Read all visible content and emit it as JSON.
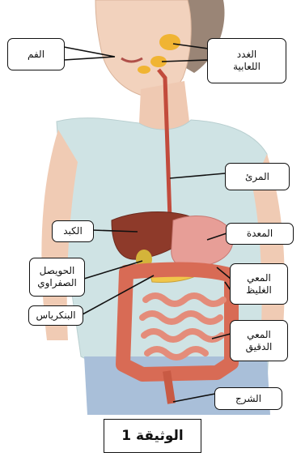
{
  "figure": {
    "caption": "الوثيقة 1",
    "labels": {
      "mouth": "الفم",
      "salivary_glands_line1": "الغدد",
      "salivary_glands_line2": "اللعابية",
      "esophagus": "المرئ",
      "liver": "الكبد",
      "stomach": "المعدة",
      "gallbladder_line1": "الحويصل",
      "gallbladder_line2": "الصفراوي",
      "large_intestine_line1": "المعي",
      "large_intestine_line2": "الغليظ",
      "pancreas": "البنكرياس",
      "small_intestine_line1": "المعي",
      "small_intestine_line2": "الدقيق",
      "anus": "الشرج"
    }
  }
}
